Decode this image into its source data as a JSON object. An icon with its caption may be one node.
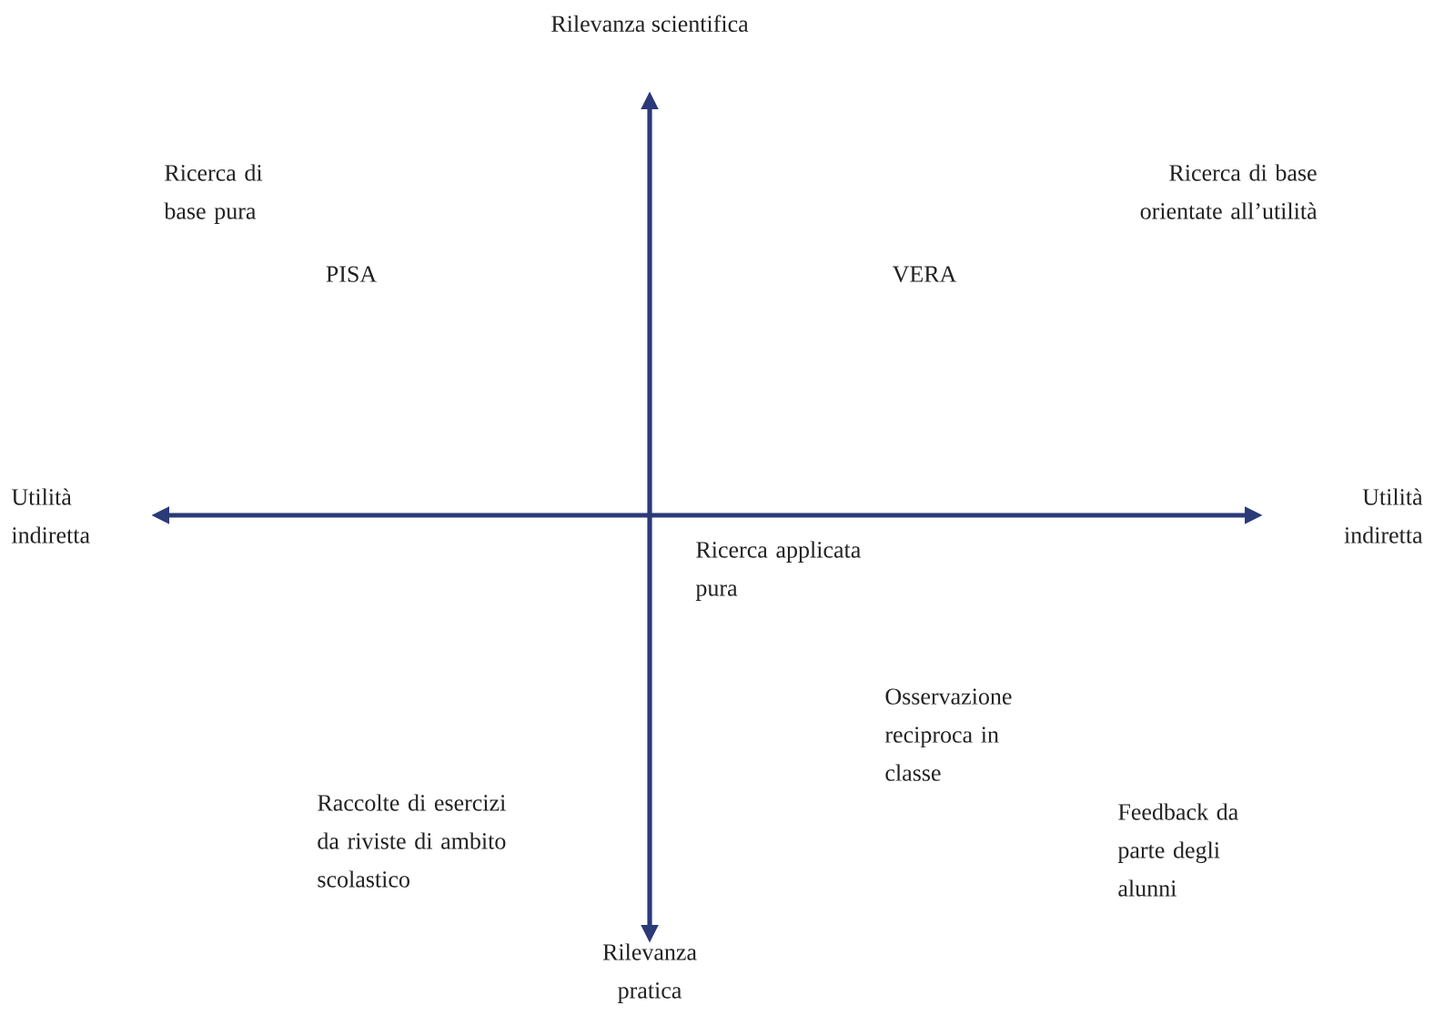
{
  "diagram": {
    "labels": [
      "Rilevanza scientifica",
      "Ricerca di base pura",
      "Ricerca di base orientate all’utilità",
      "PISA",
      "VERA",
      "Utilità indiretta",
      "Utilità indiretta",
      "Ricerca applicata pura",
      "Osservazione reciproca in classe",
      "Raccolte di esercizi da riviste di ambito scolastico",
      "Feedback da parte degli alunni",
      "Rilevanza pratica"
    ]
  }
}
